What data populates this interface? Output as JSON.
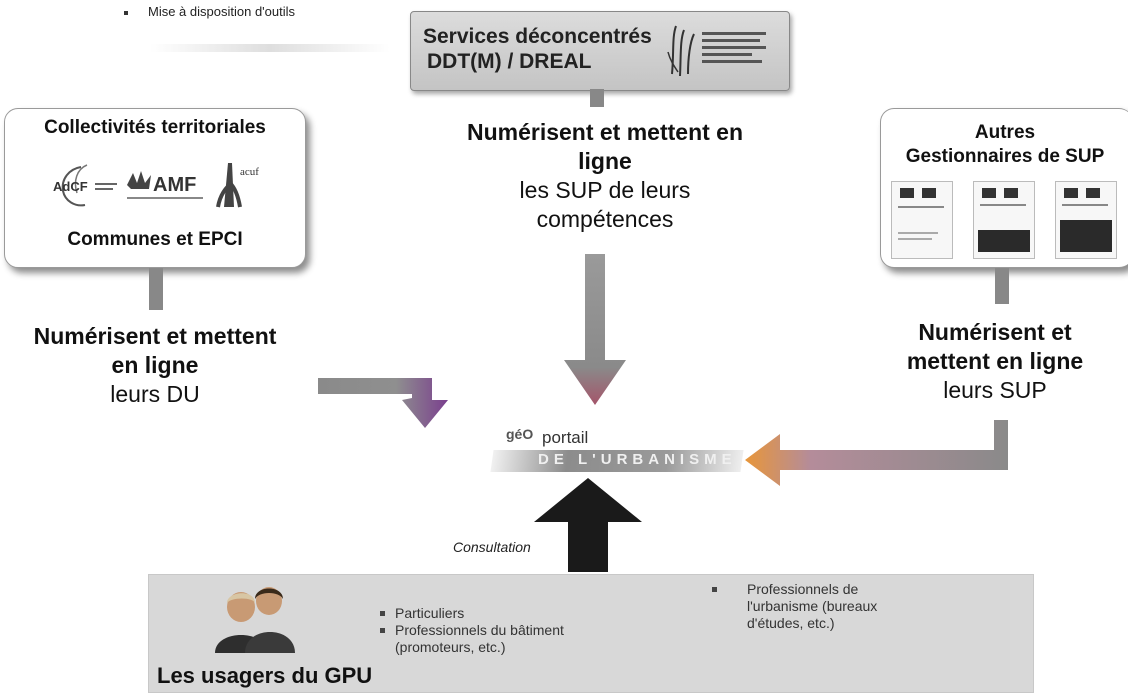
{
  "top_bullet": "Mise à disposition d'outils",
  "services": {
    "title_line1": "Services déconcentrés",
    "title_line2": "DDT(M) / DREAL"
  },
  "center_caption": {
    "bold_line1": "Numérisent et mettent en",
    "bold_line2": "ligne",
    "normal_line1": "les SUP de leurs",
    "normal_line2": "compétences"
  },
  "collectivites": {
    "title": "Collectivités territoriales",
    "logos": [
      "AdCF",
      "AMF",
      "acuf"
    ],
    "subtitle": "Communes et EPCI"
  },
  "left_caption": {
    "bold_line1": "Numérisent et mettent",
    "bold_line2": "en ligne",
    "normal_line1": "leurs DU"
  },
  "autres": {
    "title_line1": "Autres",
    "title_line2": "Gestionnaires de SUP"
  },
  "right_caption": {
    "bold_line1": "Numérisent et",
    "bold_line2": "mettent en ligne",
    "normal_line1": "leurs SUP"
  },
  "geoportail": {
    "logo_prefix": "géO",
    "logo_word": "portail",
    "logo_sub": "DE L'URBANISME"
  },
  "consultation_label": "Consultation",
  "usagers": {
    "title": "Les usagers du GPU",
    "col1": [
      "Particuliers",
      "Professionnels du bâtiment (promoteurs, etc.)"
    ],
    "col2": [
      "Professionnels de l'urbanisme (bureaux d'études, etc.)"
    ]
  },
  "colors": {
    "arrow_gray": "#8a8a8a",
    "arrow_dark": "#1a1a1a",
    "arrow_tip_red": "#d24a3c",
    "arrow_tip_purple": "#7a3f8e",
    "arrow_tip_orange": "#e8963a"
  }
}
